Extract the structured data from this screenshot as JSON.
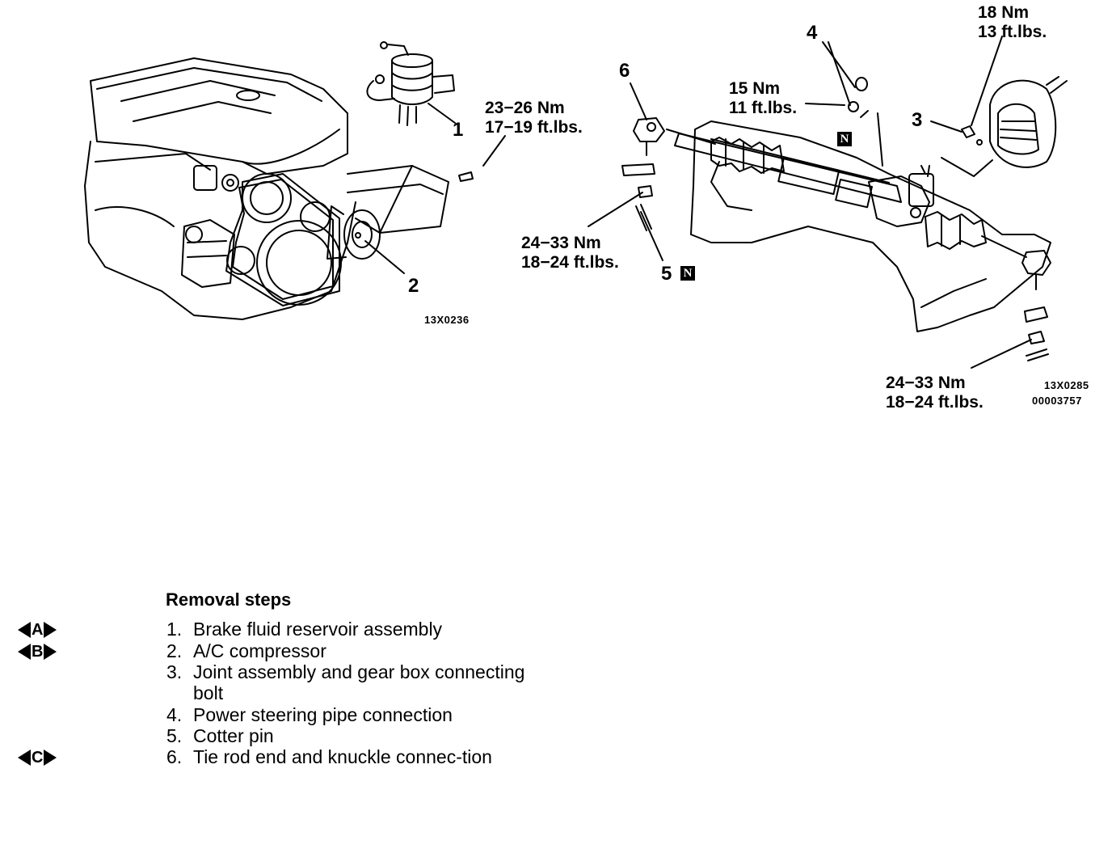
{
  "left_figure": {
    "code": "13X0236",
    "callouts": {
      "c1": "1",
      "c2": "2"
    },
    "torque": {
      "nm": "23−26 Nm",
      "ftlbs": "17−19 ft.lbs."
    }
  },
  "right_figure": {
    "codes": {
      "a": "13X0285",
      "b": "00003757"
    },
    "callouts": {
      "c3": "3",
      "c4": "4",
      "c5": "5",
      "c6": "6"
    },
    "torque_top": {
      "nm": "18 Nm",
      "ftlbs": "13 ft.lbs."
    },
    "torque_pipe": {
      "nm": "15 Nm",
      "ftlbs": "11 ft.lbs."
    },
    "torque_left": {
      "nm": "24−33 Nm",
      "ftlbs": "18−24 ft.lbs."
    },
    "torque_right": {
      "nm": "24−33 Nm",
      "ftlbs": "18−24 ft.lbs."
    },
    "new_part_mark": "N"
  },
  "removal": {
    "title": "Removal steps",
    "steps": [
      {
        "num": "1.",
        "text": "Brake fluid reservoir assembly",
        "badge": "A"
      },
      {
        "num": "2.",
        "text": "A/C compressor",
        "badge": "B"
      },
      {
        "num": "3.",
        "text": "Joint assembly and gear box connecting bolt",
        "badge": ""
      },
      {
        "num": "4.",
        "text": "Power steering pipe connection",
        "badge": ""
      },
      {
        "num": "5.",
        "text": "Cotter pin",
        "badge": ""
      },
      {
        "num": "6.",
        "text": "Tie rod end and knuckle connec-tion",
        "badge": "C"
      }
    ]
  }
}
